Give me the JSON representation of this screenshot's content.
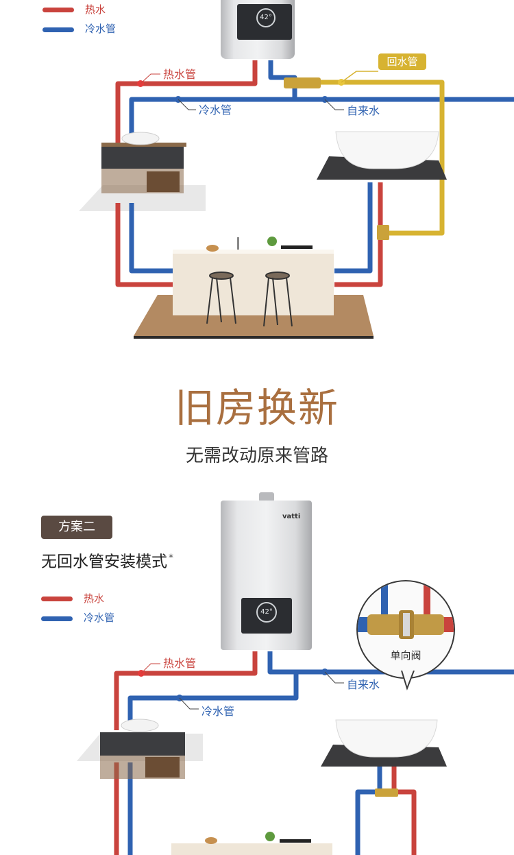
{
  "colors": {
    "hot": "#c9433d",
    "cold": "#2f62b1",
    "return": "#d7b331",
    "title_brown": "#a96f3f",
    "tag_brown": "#5a4a42"
  },
  "legend_top": {
    "hot": "热水",
    "cold": "冷水管"
  },
  "diagram1": {
    "hot_pipe": "热水管",
    "cold_pipe": "冷水管",
    "tap_water": "自来水",
    "return_pipe": "回水管",
    "display_reading": "42°"
  },
  "hero": {
    "title": "旧房换新",
    "subtitle": "无需改动原来管路"
  },
  "plan": {
    "tag": "方案二",
    "title": "无回水管安装模式",
    "footnote": "*"
  },
  "legend_bottom": {
    "hot": "热水",
    "cold": "冷水管"
  },
  "diagram2": {
    "brand": "vatti",
    "display_reading": "42°",
    "hot_pipe": "热水管",
    "cold_pipe": "冷水管",
    "tap_water": "自来水",
    "check_valve": "单向阀"
  }
}
